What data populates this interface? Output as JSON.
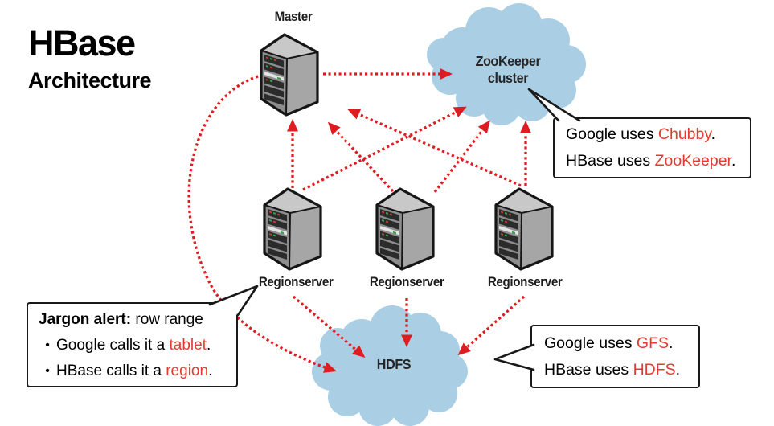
{
  "title": {
    "main": "HBase",
    "sub": "Architecture"
  },
  "nodes": {
    "master": {
      "label": "Master"
    },
    "zookeeper_cluster": {
      "label_line1": "ZooKeeper",
      "label_line2": "cluster"
    },
    "regionservers": [
      {
        "label": "Regionserver"
      },
      {
        "label": "Regionserver"
      },
      {
        "label": "Regionserver"
      }
    ],
    "hdfs": {
      "label": "HDFS"
    }
  },
  "callouts": {
    "zookeeper": {
      "lines": [
        {
          "prefix": "Google uses ",
          "highlight": "Chubby",
          "suffix": "."
        },
        {
          "prefix": "HBase uses ",
          "highlight": "ZooKeeper",
          "suffix": "."
        }
      ]
    },
    "hdfs": {
      "lines": [
        {
          "prefix": "Google uses ",
          "highlight": "GFS",
          "suffix": "."
        },
        {
          "prefix": "HBase uses ",
          "highlight": "HDFS",
          "suffix": "."
        }
      ]
    },
    "jargon": {
      "title_bold": "Jargon alert:",
      "title_rest": " row range",
      "bullet_char": "•",
      "bullets": [
        {
          "prefix": "Google calls it a ",
          "highlight": "tablet",
          "suffix": "."
        },
        {
          "prefix": "HBase calls it a ",
          "highlight": "region",
          "suffix": "."
        }
      ]
    }
  },
  "colors": {
    "arrow_red": "#de1d23",
    "text_red": "#e73a2e",
    "cloud_blue": "#aacfe4"
  }
}
